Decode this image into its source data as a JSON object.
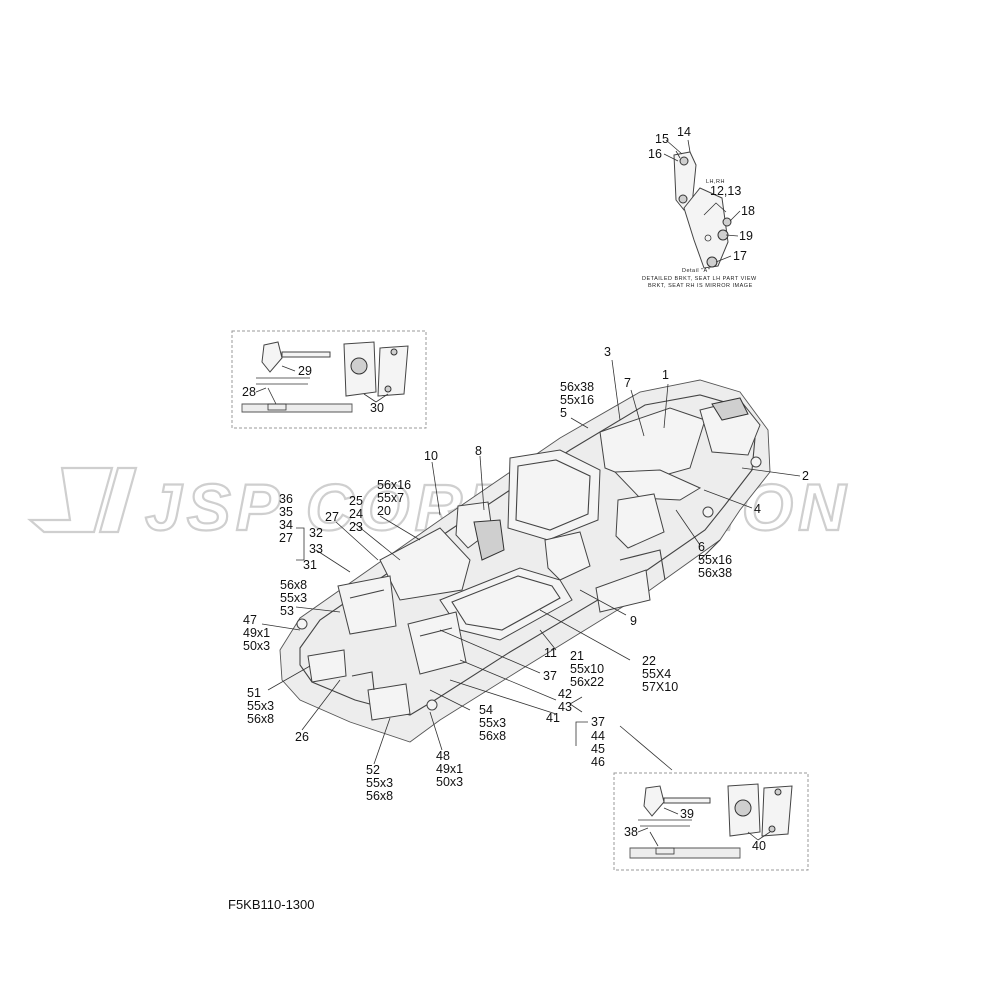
{
  "watermark": {
    "text": "JSP CORPORATION"
  },
  "figure_code": "F5KB110-1300",
  "detail_a": {
    "lr_rh": "LH,RH",
    "caption": "Detail \"A\"",
    "note_line1": "DETAILED BRKT, SEAT LH PART VIEW",
    "note_line2": "BRKT, SEAT RH IS MIRROR IMAGE"
  },
  "callouts": {
    "c1": "1",
    "c2": "2",
    "c3": "3",
    "c4": "4",
    "c5": "5",
    "c6": "6",
    "c7": "7",
    "c8": "8",
    "c9": "9",
    "c10": "10",
    "c11": "11",
    "c12_13": "12,13",
    "c14": "14",
    "c15": "15",
    "c16": "16",
    "c17": "17",
    "c18": "18",
    "c19": "19",
    "c20": "20",
    "c21": "21",
    "c22": "22",
    "c23": "23",
    "c24": "24",
    "c25": "25",
    "c26": "26",
    "c27a": "27",
    "c27b": "27",
    "c28": "28",
    "c29": "29",
    "c30": "30",
    "c31": "31",
    "c32": "32",
    "c33": "33",
    "c34": "34",
    "c35": "35",
    "c36": "36",
    "c37a": "37",
    "c37b": "37",
    "c38": "38",
    "c39": "39",
    "c40": "40",
    "c41": "41",
    "c42": "42",
    "c43": "43",
    "c44": "44",
    "c45": "45",
    "c46": "46",
    "c47": "47",
    "c48": "48",
    "c51": "51",
    "c52": "52",
    "c53": "53",
    "c54": "54",
    "q56x38a": "56x38",
    "q55x16a": "55x16",
    "q55x16b": "55x16",
    "q56x38b": "56x38",
    "q56x16": "56x16",
    "q55x7": "55x7",
    "q56x8a": "56x8",
    "q55x3a": "55x3",
    "q49x1a": "49x1",
    "q50x3a": "50x3",
    "q55x10": "55x10",
    "q56x22": "56x22",
    "q55x4": "55X4",
    "q57x10": "57X10",
    "q55x3b": "55x3",
    "q56x8b": "56x8",
    "q55x3c": "55x3",
    "q56x8c": "56x8",
    "q55x3d": "55x3",
    "q56x8d": "56x8",
    "q49x1b": "49x1",
    "q50x3b": "50x3"
  }
}
